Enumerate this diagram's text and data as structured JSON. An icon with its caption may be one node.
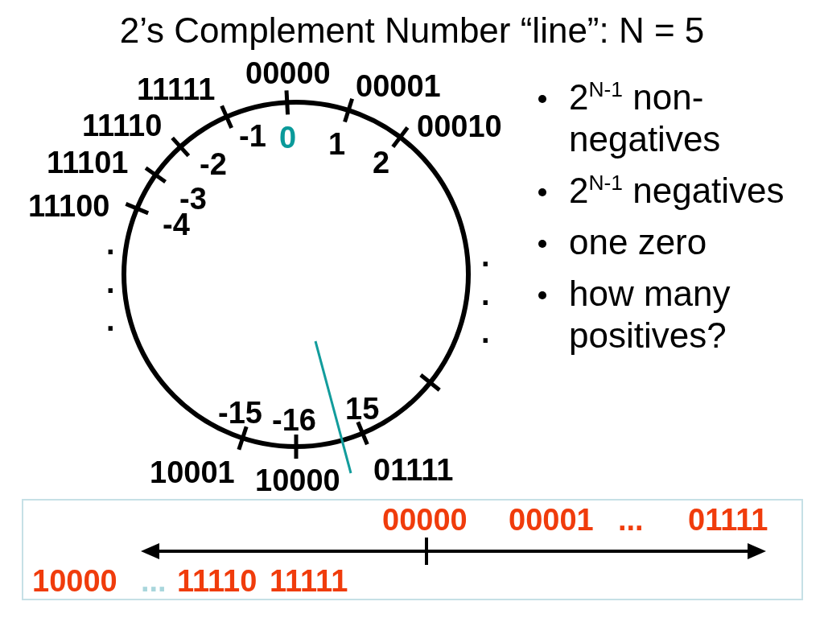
{
  "diagram": {
    "title": "2’s Complement Number “line”: N = 5",
    "nodes": [
      {
        "text": [
          "00000",
          "00001",
          "...",
          "01111",
          "10000",
          "...",
          "11110",
          "11111"
        ]
      }
    ],
    "labels": [
      "00000",
      "11111",
      "00001",
      "11110",
      "00010",
      "-1",
      "0",
      "1",
      "11101",
      "-2",
      "2",
      "11100",
      "-3",
      "-4",
      ".",
      ".",
      ".",
      ".",
      ".",
      ".",
      "-15",
      "-16",
      "15",
      "10001",
      "10000",
      "01111",
      "2$^{N-1}$ non-negatives",
      "2$^{N-1}$ negatives",
      "one zero",
      "how many positives?"
    ]
  }
}
